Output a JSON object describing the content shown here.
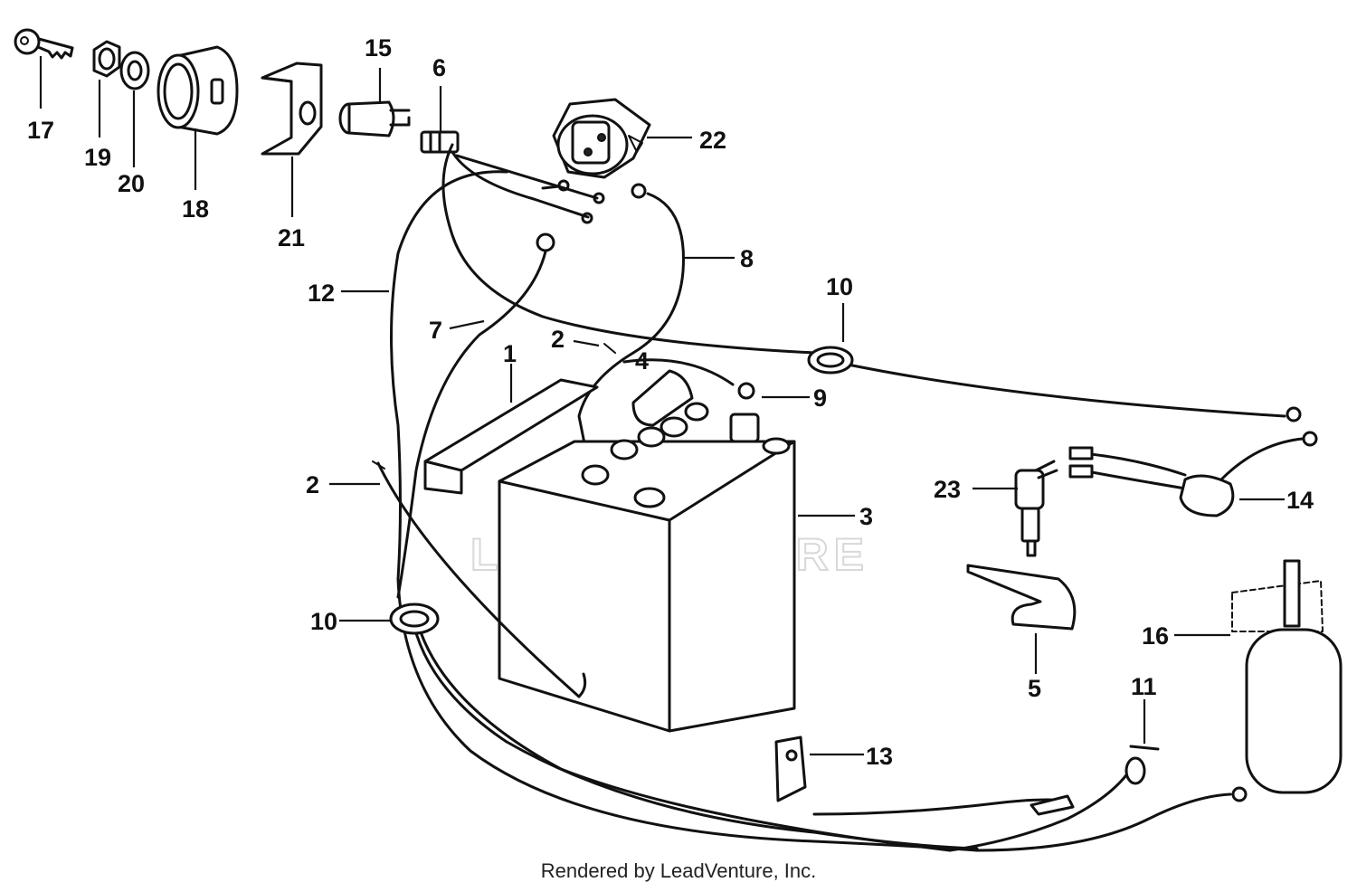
{
  "watermark": "LEADVENTURE",
  "footer": "Rendered by LeadVenture, Inc.",
  "callouts": {
    "c1": "1",
    "c2a": "2",
    "c2b": "2",
    "c3": "3",
    "c4": "4",
    "c5": "5",
    "c6": "6",
    "c7": "7",
    "c8": "8",
    "c9": "9",
    "c10a": "10",
    "c10b": "10",
    "c11": "11",
    "c12": "12",
    "c13": "13",
    "c14": "14",
    "c15": "15",
    "c16": "16",
    "c17": "17",
    "c18": "18",
    "c19": "19",
    "c20": "20",
    "c21": "21",
    "c22": "22",
    "c23": "23"
  }
}
